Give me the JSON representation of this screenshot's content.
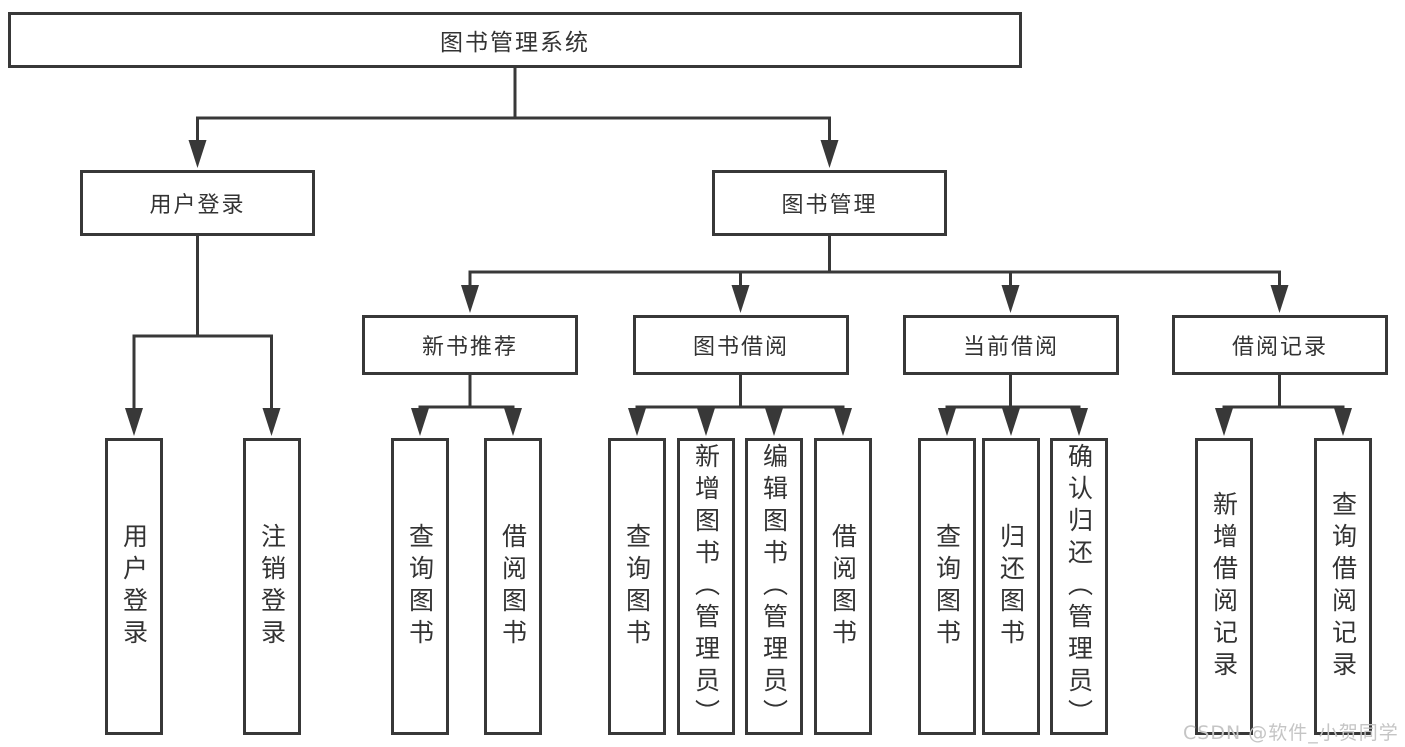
{
  "diagram": {
    "title": "图书管理系统",
    "type": "hierarchy-tree",
    "root": {
      "label": "图书管理系统"
    },
    "level2": [
      {
        "id": "user-login",
        "label": "用户登录",
        "parent": "图书管理系统"
      },
      {
        "id": "book-management",
        "label": "图书管理",
        "parent": "图书管理系统"
      }
    ],
    "level3": [
      {
        "id": "new-book-recommend",
        "label": "新书推荐",
        "parent": "图书管理"
      },
      {
        "id": "book-borrow",
        "label": "图书借阅",
        "parent": "图书管理"
      },
      {
        "id": "current-borrow",
        "label": "当前借阅",
        "parent": "图书管理"
      },
      {
        "id": "borrow-records",
        "label": "借阅记录",
        "parent": "图书管理"
      }
    ],
    "leaves": [
      {
        "id": "user-login-action",
        "label": "用户登录",
        "parent": "用户登录"
      },
      {
        "id": "logout",
        "label": "注销登录",
        "parent": "用户登录"
      },
      {
        "id": "query-books-1",
        "label": "查询图书",
        "parent": "新书推荐"
      },
      {
        "id": "borrow-books-1",
        "label": "借阅图书",
        "parent": "新书推荐"
      },
      {
        "id": "query-books-2",
        "label": "查询图书",
        "parent": "图书借阅"
      },
      {
        "id": "add-books-admin",
        "label": "新增图书（管理员）",
        "parent": "图书借阅"
      },
      {
        "id": "edit-books-admin",
        "label": "编辑图书（管理员）",
        "parent": "图书借阅"
      },
      {
        "id": "borrow-books-2",
        "label": "借阅图书",
        "parent": "图书借阅"
      },
      {
        "id": "query-books-3",
        "label": "查询图书",
        "parent": "当前借阅"
      },
      {
        "id": "return-books",
        "label": "归还图书",
        "parent": "当前借阅"
      },
      {
        "id": "confirm-return-admin",
        "label": "确认归还（管理员）",
        "parent": "当前借阅"
      },
      {
        "id": "add-borrow-record",
        "label": "新增借阅记录",
        "parent": "借阅记录"
      },
      {
        "id": "query-borrow-record",
        "label": "查询借阅记录",
        "parent": "借阅记录"
      }
    ],
    "watermark": "CSDN @软件_小贺同学",
    "colors": {
      "line": "#383838",
      "box_fill": "#ffffff",
      "text": "#333333",
      "watermark": "#c5c5c5"
    }
  }
}
